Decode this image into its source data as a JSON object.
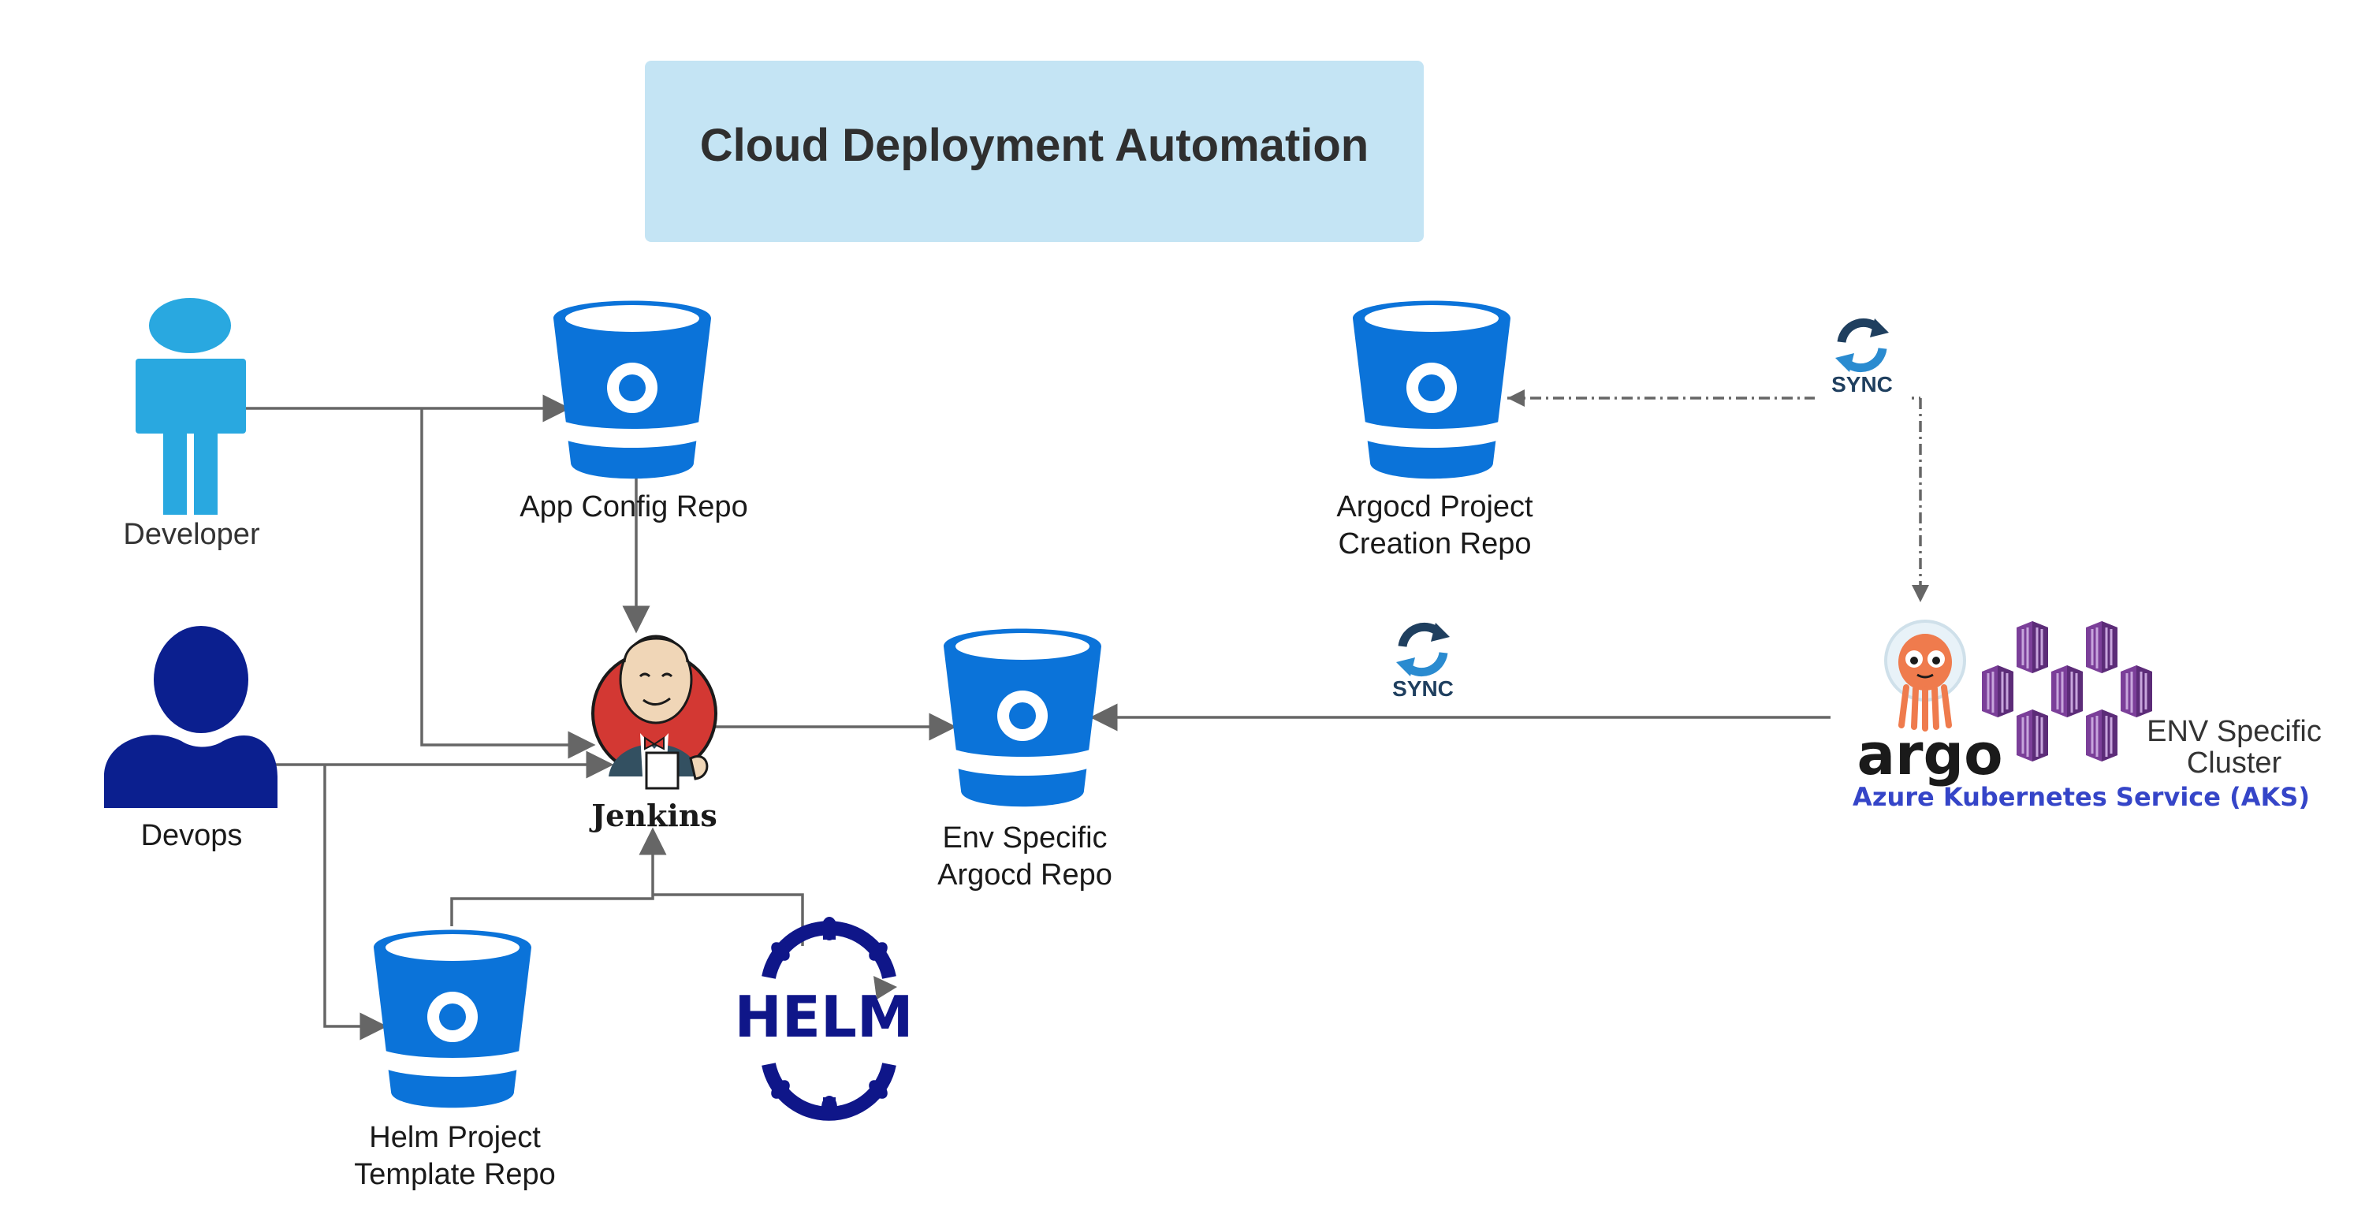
{
  "title": "Cloud Deployment Automation",
  "actors": {
    "developer": "Developer",
    "devops": "Devops"
  },
  "repos": {
    "app_config": "App Config Repo",
    "env_specific_line1": "Env Specific",
    "env_specific_line2": "Argocd Repo",
    "argocd_project_line1": "Argocd Project",
    "argocd_project_line2": "Creation Repo",
    "helm_template_line1": "Helm Project",
    "helm_template_line2": "Template Repo"
  },
  "tools": {
    "jenkins": "Jenkins",
    "helm": "HELM",
    "argo": "argo",
    "sync": "SYNC"
  },
  "cluster": {
    "line1": "ENV Specific",
    "line2": "Cluster",
    "aks": "Azure Kubernetes Service (AKS)"
  },
  "colors": {
    "title_bg": "#c4e4f4",
    "repo_blue": "#0b73d9",
    "developer_blue": "#29a8e0",
    "devops_navy": "#0b1f8f",
    "helm_navy": "#0f1689",
    "aks_purple": "#6e3b8f",
    "aks_text": "#3545c8",
    "argo_orange": "#ef7b4d",
    "connector": "#666666"
  }
}
